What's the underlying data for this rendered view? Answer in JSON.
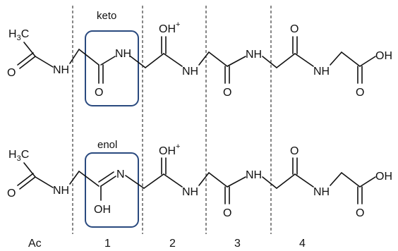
{
  "diagram": {
    "keto_label": "keto",
    "enol_label": "enol",
    "atoms": {
      "methyl_c": "C",
      "methyl_h": "H",
      "methyl_sub": "3",
      "oxygen": "O",
      "amide_nh": "NH",
      "imine_n": "N",
      "hydroxyl": "OH",
      "oxonium": "OH",
      "plus": "+"
    },
    "segments": [
      "Ac",
      "1",
      "2",
      "3",
      "4"
    ],
    "colors": {
      "box": "#2a4a7f",
      "ink": "#111111"
    }
  }
}
